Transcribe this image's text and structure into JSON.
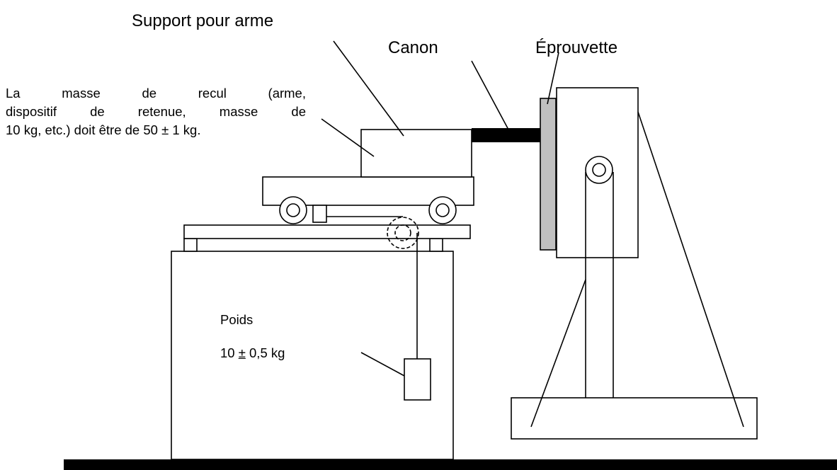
{
  "labels": {
    "support": "Support pour arme",
    "canon": "Canon",
    "eprouvette": "Éprouvette",
    "masse_line1": "La masse de recul (arme,",
    "masse_line2": "dispositif de retenue, masse de",
    "masse_line3": "10 kg, etc.) doit être de 50 ± 1 kg.",
    "poids_title": "Poids",
    "poids_number": "10",
    "poids_pm": "±",
    "poids_rest": " 0,5 kg"
  },
  "colors": {
    "line": "#000000",
    "specimen_fill": "#c0c0c0",
    "background": "#ffffff"
  }
}
